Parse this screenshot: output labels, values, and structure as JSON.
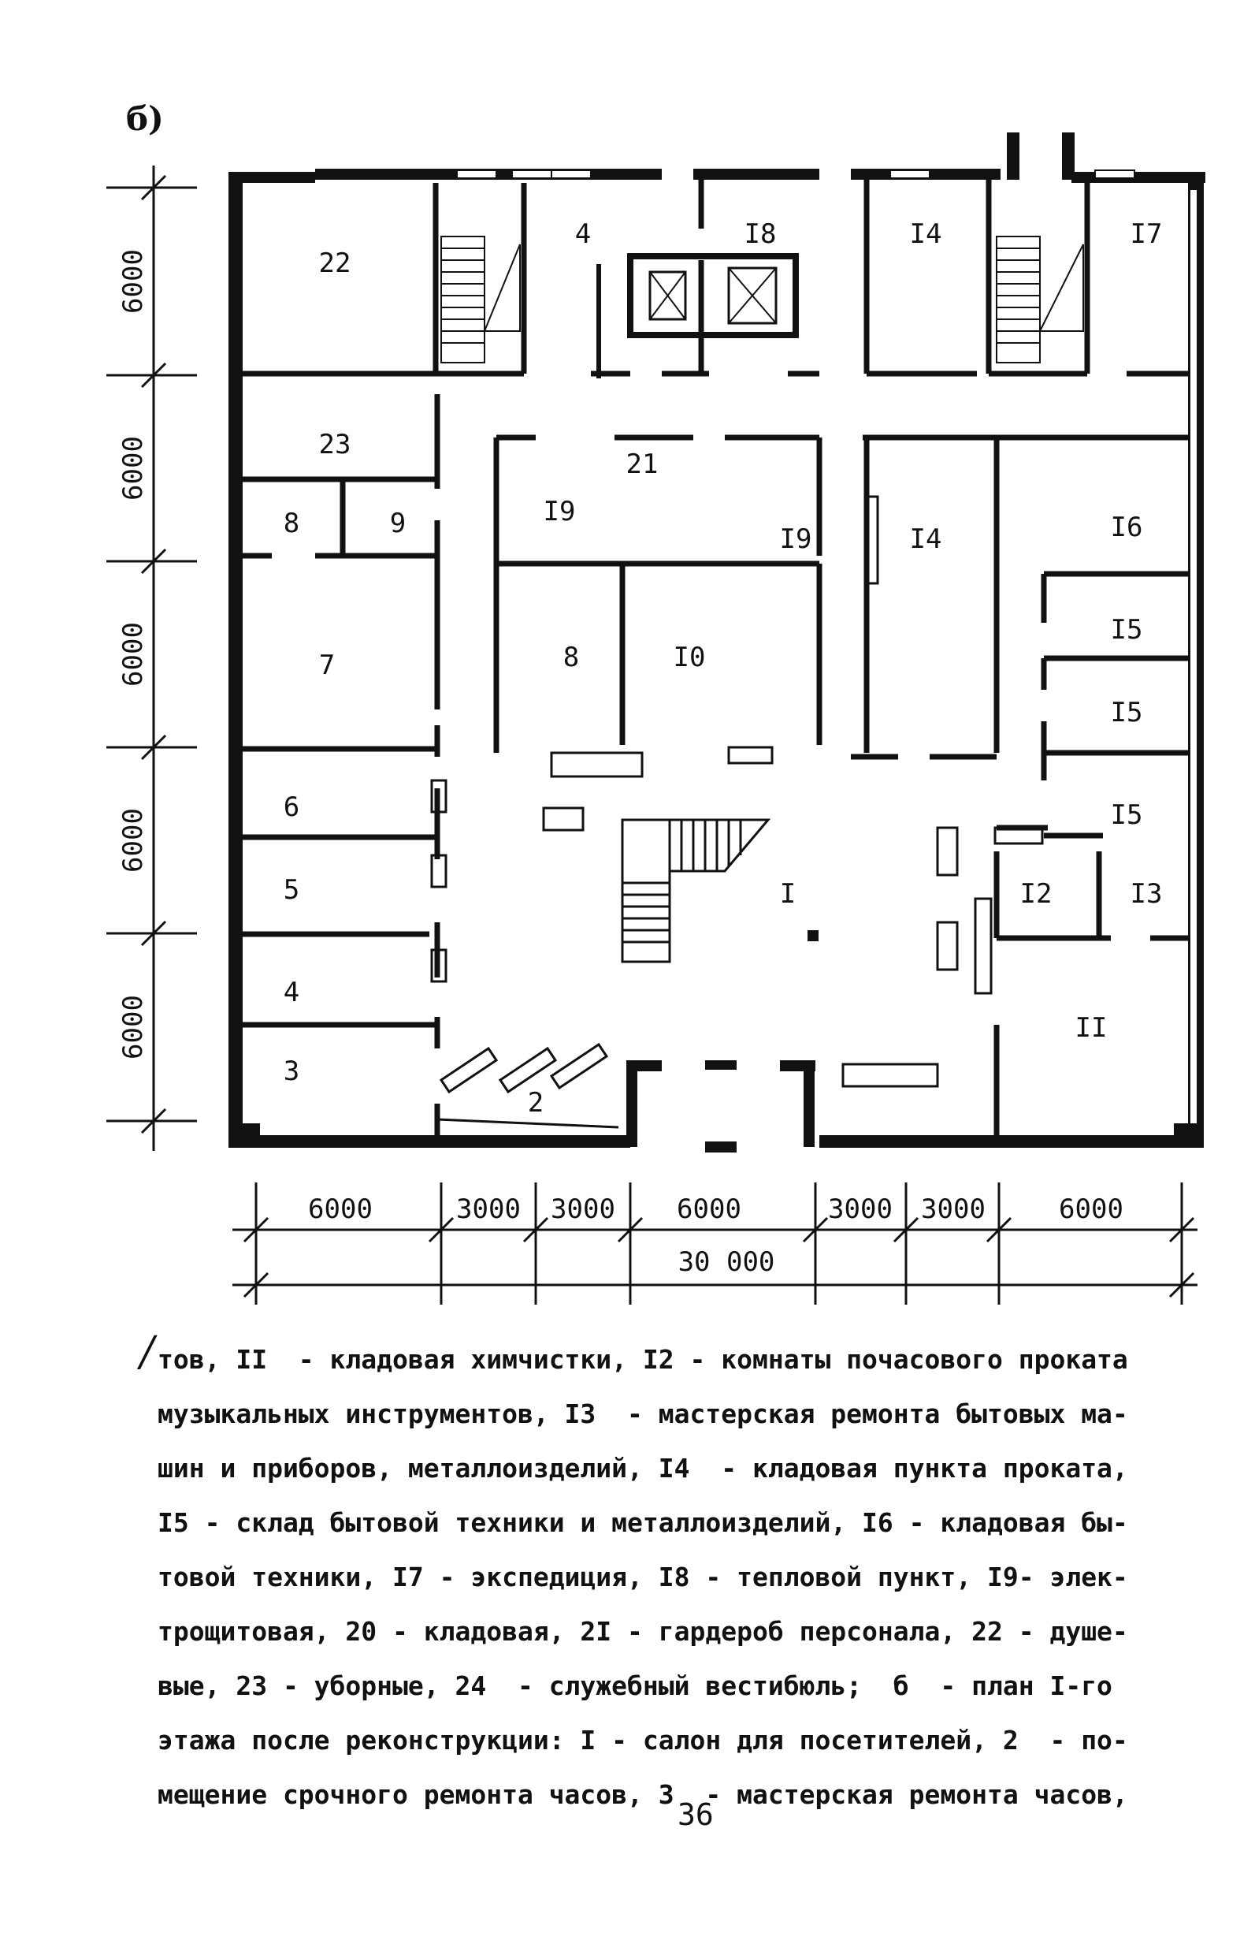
{
  "figure_label": "б)",
  "vertical_dimensions": [
    "6000",
    "6000",
    "6000",
    "6000",
    "6000"
  ],
  "horizontal_dimensions": [
    "6000",
    "3000",
    "3000",
    "6000",
    "3000",
    "3000",
    "6000"
  ],
  "total_dimension": "30 000",
  "room_labels": {
    "r22": "22",
    "r4top": "4",
    "r18": "I8",
    "r14top": "I4",
    "r17": "I7",
    "r23": "23",
    "r8a": "8",
    "r9": "9",
    "r19a": "I9",
    "r21": "21",
    "r19b": "I9",
    "r14": "I4",
    "r16": "I6",
    "r7": "7",
    "r8b": "8",
    "r10": "I0",
    "r15a": "I5",
    "r15b": "I5",
    "r6": "6",
    "r15c": "I5",
    "r5": "5",
    "r1": "I",
    "r12": "I2",
    "r13": "I3",
    "r4": "4",
    "r11": "II",
    "r3": "3",
    "r2": "2"
  },
  "caption": {
    "slash": "/",
    "lines": [
      "тов, II  - кладовая химчистки, I2 - комнаты почасового проката",
      "музыкальных инструментов, I3  - мастерская ремонта бытовых ма-",
      "шин и приборов, металлоизделий, I4  - кладовая пункта проката,",
      "I5 - склад бытовой техники и металлоизделий, I6 - кладовая бы-",
      "товой техники, I7 - экспедиция, I8 - тепловой пункт, I9- элек-",
      "трощитовая, 20 - кладовая, 2I - гардероб персонала, 22 - душе-",
      "вые, 23 - уборные, 24  - служебный вестибюль;  б  - план I-го",
      "этажа после реконструкции: I - салон для посетителей, 2  - по-",
      "мещение срочного ремонта часов, 3  - мастерская ремонта часов,"
    ]
  },
  "page_number": "36"
}
